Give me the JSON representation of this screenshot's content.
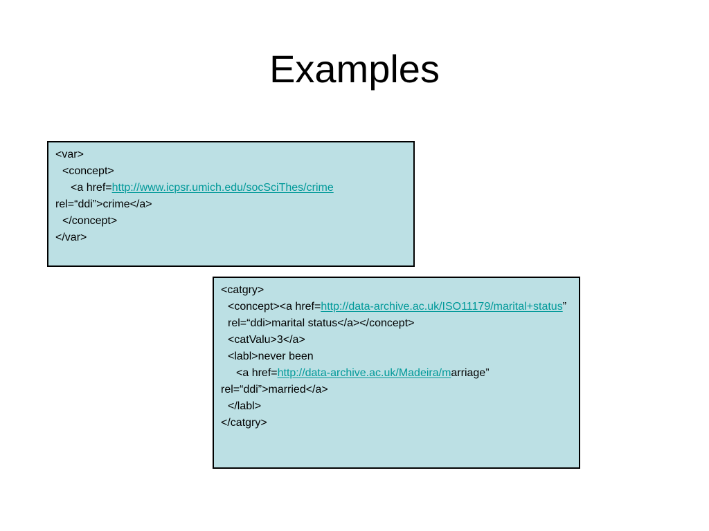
{
  "slide": {
    "title": "Examples",
    "box_fill": "#bce0e4",
    "link_color": "#009999"
  },
  "box1": {
    "line1": "<var>",
    "line2": "<concept>",
    "line3_prefix": "<a href=",
    "line3_link": "http://www.icpsr.umich.edu/socSciThes/crime",
    "line4": "rel=“ddi”>crime</a>",
    "line5": "</concept>",
    "line6": "</var>"
  },
  "box2": {
    "line1": "<catgry>",
    "line2_prefix": "<concept><a href=",
    "line2_link": "http://data-archive.ac.uk/ISO11179/marital+status",
    "line2_suffix": "” rel=“ddi>marital status</a></concept>",
    "line3": "<catValu>3</a>",
    "line4": "<labl>never been",
    "line5_prefix": "<a href=",
    "line5_link": "http://data-archive.ac.uk/Madeira/m",
    "line5_suffix": "arriage”",
    "line6": "rel=“ddi”>married</a>",
    "line7": "</labl>",
    "line8": "</catgry>"
  }
}
